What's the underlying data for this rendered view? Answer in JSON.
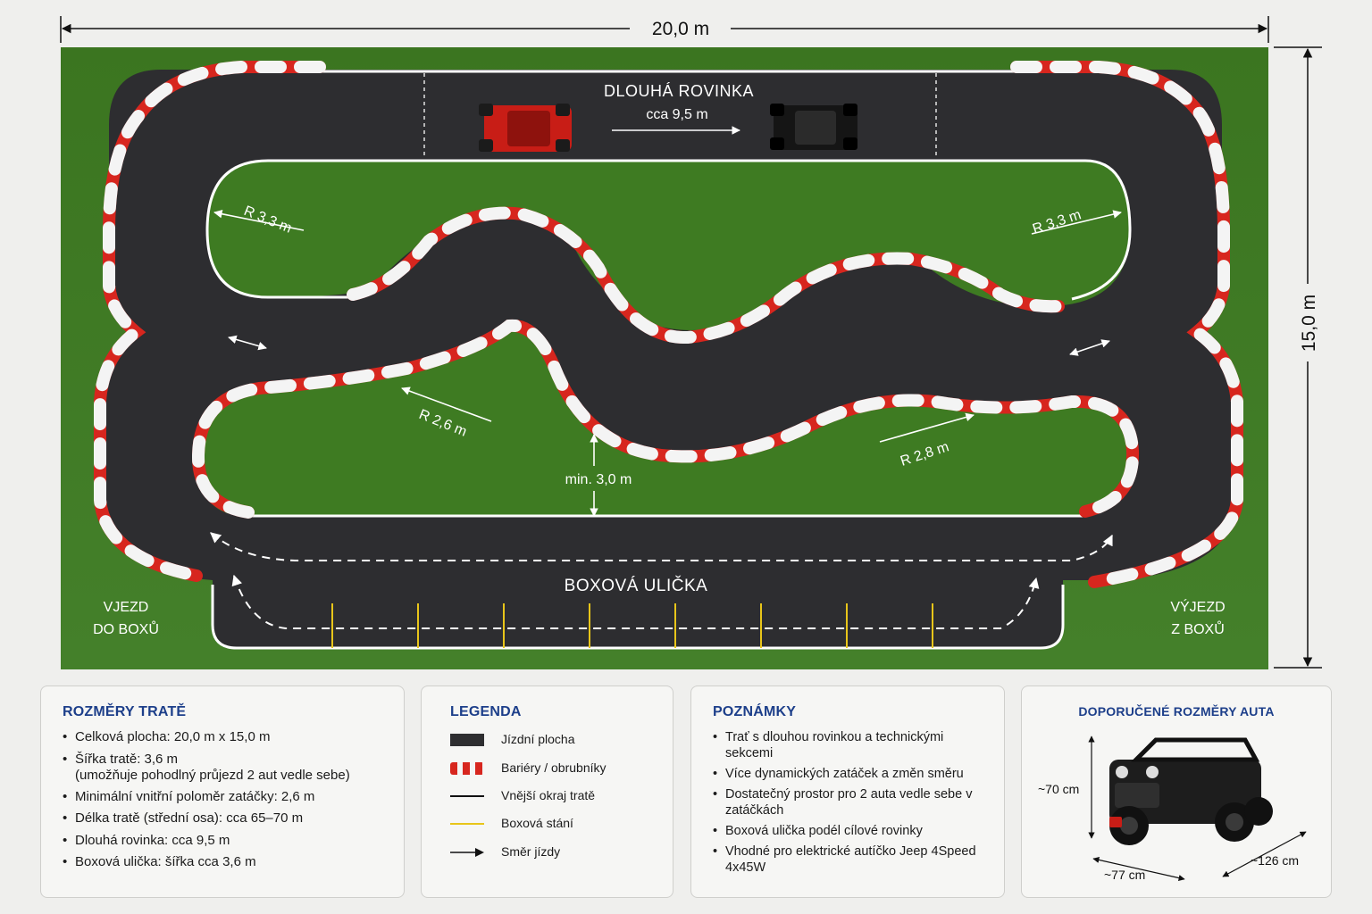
{
  "dimensions": {
    "width_label": "20,0 m",
    "height_label": "15,0 m"
  },
  "map_labels": {
    "long_straight_title": "DLOUHÁ ROVINKA",
    "long_straight_length": "cca 9,5 m",
    "radius_top_left": "R 3,3 m",
    "radius_top_right": "R 3,3 m",
    "radius_mid_left": "R 2,6 m",
    "radius_mid_right": "R 2,8 m",
    "min_width": "min. 3,0 m",
    "pit_lane": "BOXOVÁ ULIČKA",
    "pit_entry": [
      "VJEZD",
      "DO BOXŮ"
    ],
    "pit_exit": [
      "VÝJEZD",
      "Z BOXŮ"
    ]
  },
  "colors": {
    "grass": "#3f7a23",
    "asphalt": "#2e2e30",
    "barrier_red": "#d7261e",
    "barrier_white": "#f4f4f4",
    "pit_box_line": "#e8c51a",
    "heading_blue": "#1d3f8a",
    "red_car": "red-car",
    "black_car": "black-car"
  },
  "cards": {
    "dimensions": {
      "title": "ROZMĚRY TRATĚ",
      "items": [
        "Celková plocha: 20,0 m x 15,0 m",
        "Šířka tratě: 3,6 m",
        "(umožňuje pohodlný průjezd 2 aut vedle sebe)",
        "Minimální vnitřní poloměr zatáčky: 2,6 m",
        "Délka tratě (střední osa): cca 65–70 m",
        "Dlouhá rovinka: cca 9,5 m",
        "Boxová ulička: šířka cca 3,6 m"
      ]
    },
    "legend": {
      "title": "LEGENDA",
      "items": [
        {
          "icon": "asphalt-swatch",
          "label": "Jízdní plocha"
        },
        {
          "icon": "barrier-swatch",
          "label": "Bariéry / obrubníky"
        },
        {
          "icon": "edge-line",
          "label": "Vnější okraj tratě"
        },
        {
          "icon": "pit-box-line",
          "label": "Boxová stání"
        },
        {
          "icon": "arrow",
          "label": "Směr jízdy"
        }
      ]
    },
    "notes": {
      "title": "POZNÁMKY",
      "items": [
        "Trať s dlouhou rovinkou a technickými sekcemi",
        "Více dynamických zatáček a změn směru",
        "Dostatečný prostor pro 2 auta vedle sebe v zatáčkách",
        "Boxová ulička podél cílové rovinky",
        "Vhodné pro elektrické autíčko Jeep 4Speed 4x45W"
      ]
    },
    "car": {
      "title": "DOPORUČENÉ ROZMĚRY AUTA",
      "height": "~70 cm",
      "width": "~77 cm",
      "length": "~126 cm"
    }
  }
}
